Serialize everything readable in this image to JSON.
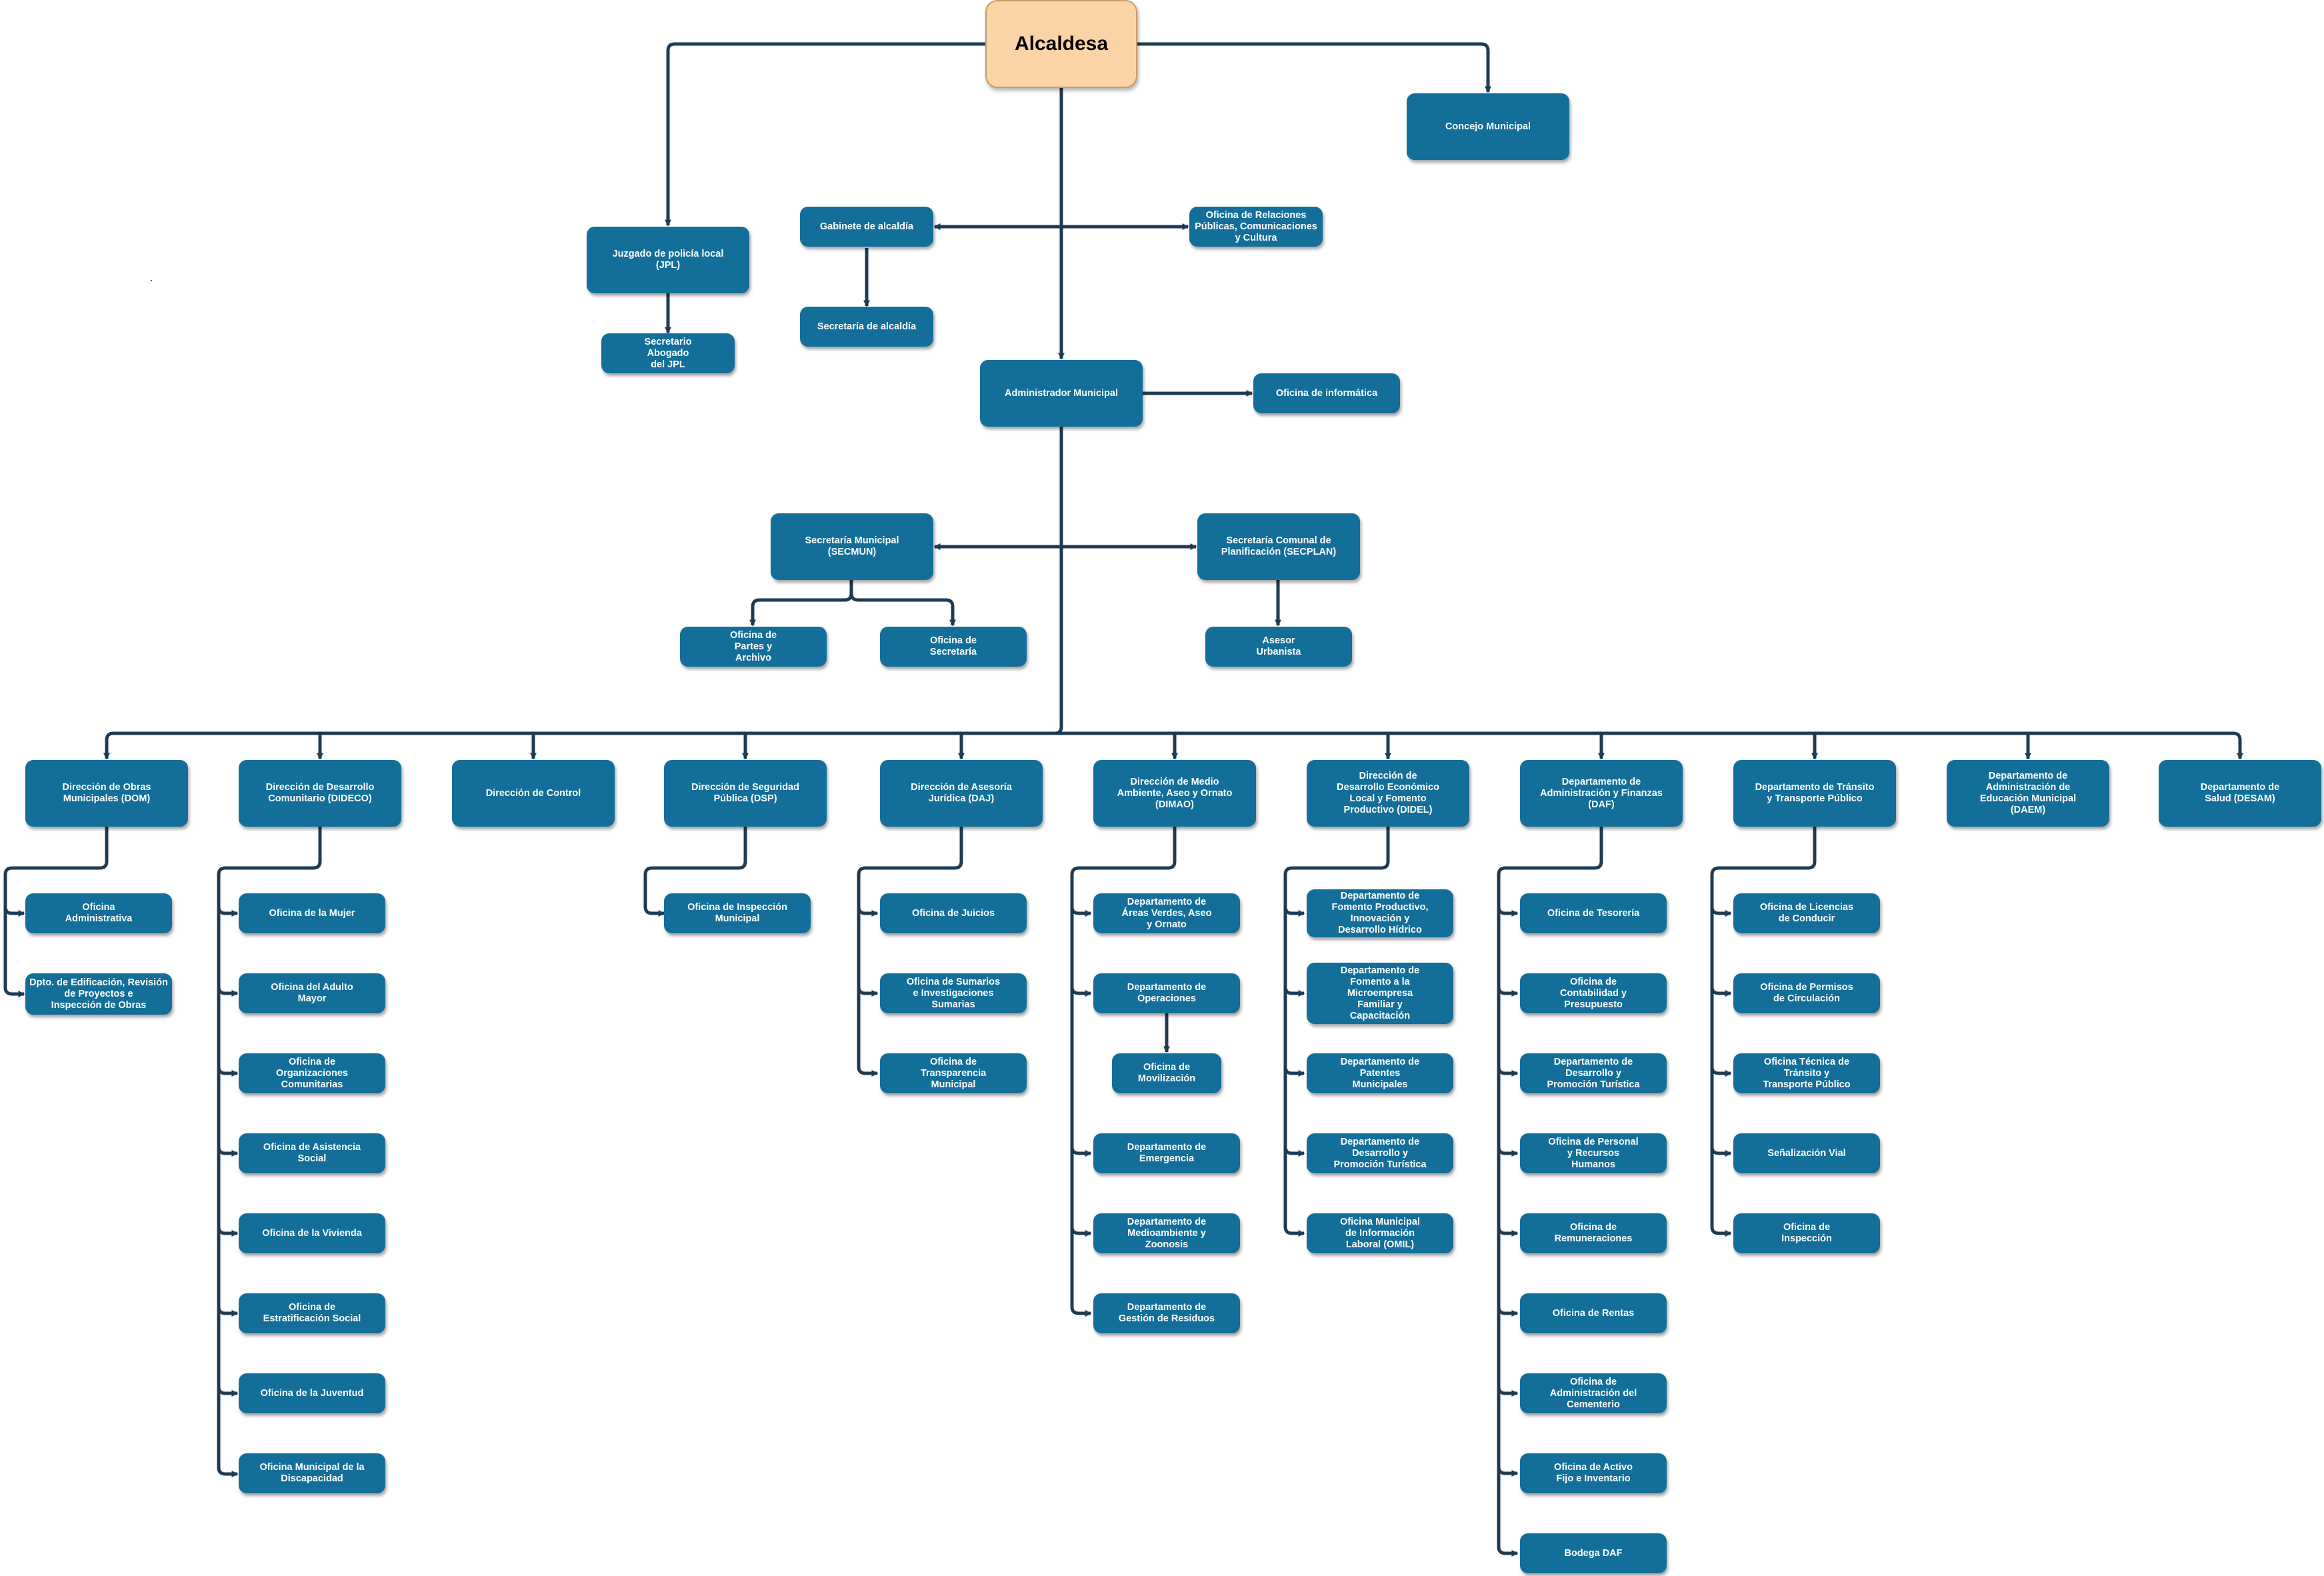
{
  "theme": {
    "box_color": "#136f99",
    "root_color": "#fad4a6",
    "line_color": "#1e3b53",
    "text_color": "#ffffff"
  },
  "units": {
    "alcaldesa": "Alcaldesa",
    "concejo": "Concejo Municipal",
    "jpl": "Juzgado de policía local\n(JPL)",
    "secretario_jpl": "Secretario\nAbogado\ndel JPL",
    "gabinete": "Gabinete de alcaldía",
    "secretaria_alcaldia": "Secretaría de alcaldía",
    "relaciones_publicas": "Oficina de Relaciones\nPúblicas, Comunicaciones\ny Cultura",
    "administrador": "Administrador   Municipal",
    "informatica": "Oficina de informática",
    "secmun": "Secretaría Municipal\n(SECMUN)",
    "secplan": "Secretaría Comunal de\nPlanificación (SECPLAN)",
    "partes_archivo": "Oficina de\nPartes y\nArchivo",
    "oficina_secretaria": "Oficina de\nSecretaría",
    "asesor_urbanista": "Asesor\nUrbanista",
    "dom": "Dirección de Obras\nMunicipales (DOM)",
    "dom_1": "Oficina\nAdministrativa",
    "dom_2": "Dpto. de Edificación, Revisión\nde Proyectos e\nInspección de Obras",
    "dideco": "Dirección de Desarrollo\nComunitario (DIDECO)",
    "dideco_1": "Oficina de la Mujer",
    "dideco_2": "Oficina del Adulto\nMayor",
    "dideco_3": "Oficina de\nOrganizaciones\nComunitarias",
    "dideco_4": "Oficina de Asistencia\nSocial",
    "dideco_5": "Oficina de la Vivienda",
    "dideco_6": "Oficina de\nEstratificación Social",
    "dideco_7": "Oficina de la Juventud",
    "dideco_8": "Oficina Municipal de la\nDiscapacidad",
    "control": "Dirección de Control",
    "dsp": "Dirección de Seguridad\nPública (DSP)",
    "dsp_1": "Oficina de Inspección\nMunicipal",
    "daj": "Dirección de Asesoría\nJurídica (DAJ)",
    "daj_1": "Oficina de Juicios",
    "daj_2": "Oficina de Sumarios\ne Investigaciones\nSumarias",
    "daj_3": "Oficina de\nTransparencia\nMunicipal",
    "dimao": "Dirección de Medio\nAmbiente, Aseo y Ornato\n(DIMAO)",
    "dimao_1": "Departamento de\nÁreas Verdes, Aseo\ny Ornato",
    "dimao_2": "Departamento de\nOperaciones",
    "dimao_2a": "Oficina de\nMovilización",
    "dimao_3": "Departamento de\nEmergencia",
    "dimao_4": "Departamento de\nMedioambiente y\nZoonosis",
    "dimao_5": "Departamento de\nGestión de Residuos",
    "didel": "Dirección de\nDesarrollo Económico\nLocal y Fomento\nProductivo (DIDEL)",
    "didel_1": "Departamento de\nFomento Productivo,\nInnovación y\nDesarrollo Hídrico",
    "didel_2": "Departamento de\nFomento a la\nMicroempresa\nFamiliar y\nCapacitación",
    "didel_3": "Departamento de\nPatentes\nMunicipales",
    "didel_4": "Departamento de\nDesarrollo y\nPromoción Turística",
    "didel_5": "Oficina Municipal\nde Información\nLaboral (OMIL)",
    "daf": "Departamento de\nAdministración y Finanzas\n(DAF)",
    "daf_1": "Oficina de Tesorería",
    "daf_2": "Oficina de\nContabilidad y\nPresupuesto",
    "daf_3": "Departamento de\nDesarrollo y\nPromoción Turística",
    "daf_4": "Oficina de Personal\ny Recursos\nHumanos",
    "daf_5": "Oficina de\nRemuneraciones",
    "daf_6": "Oficina de Rentas",
    "daf_7": "Oficina de\nAdministración del\nCementerio",
    "daf_8": "Oficina de Activo\nFijo e Inventario",
    "daf_9": "Bodega DAF",
    "transito": "Departamento de Tránsito\ny Transporte Público",
    "transito_1": "Oficina de Licencias\nde Conducir",
    "transito_2": "Oficina de Permisos\nde Circulación",
    "transito_3": "Oficina Técnica de\nTránsito y\nTransporte Público",
    "transito_4": "Señalización Vial",
    "transito_5": "Oficina de\nInspección",
    "daem": "Departamento de\nAdministración de\nEducación Municipal\n(DAEM)",
    "desam": "Departamento de\nSalud (DESAM)"
  }
}
